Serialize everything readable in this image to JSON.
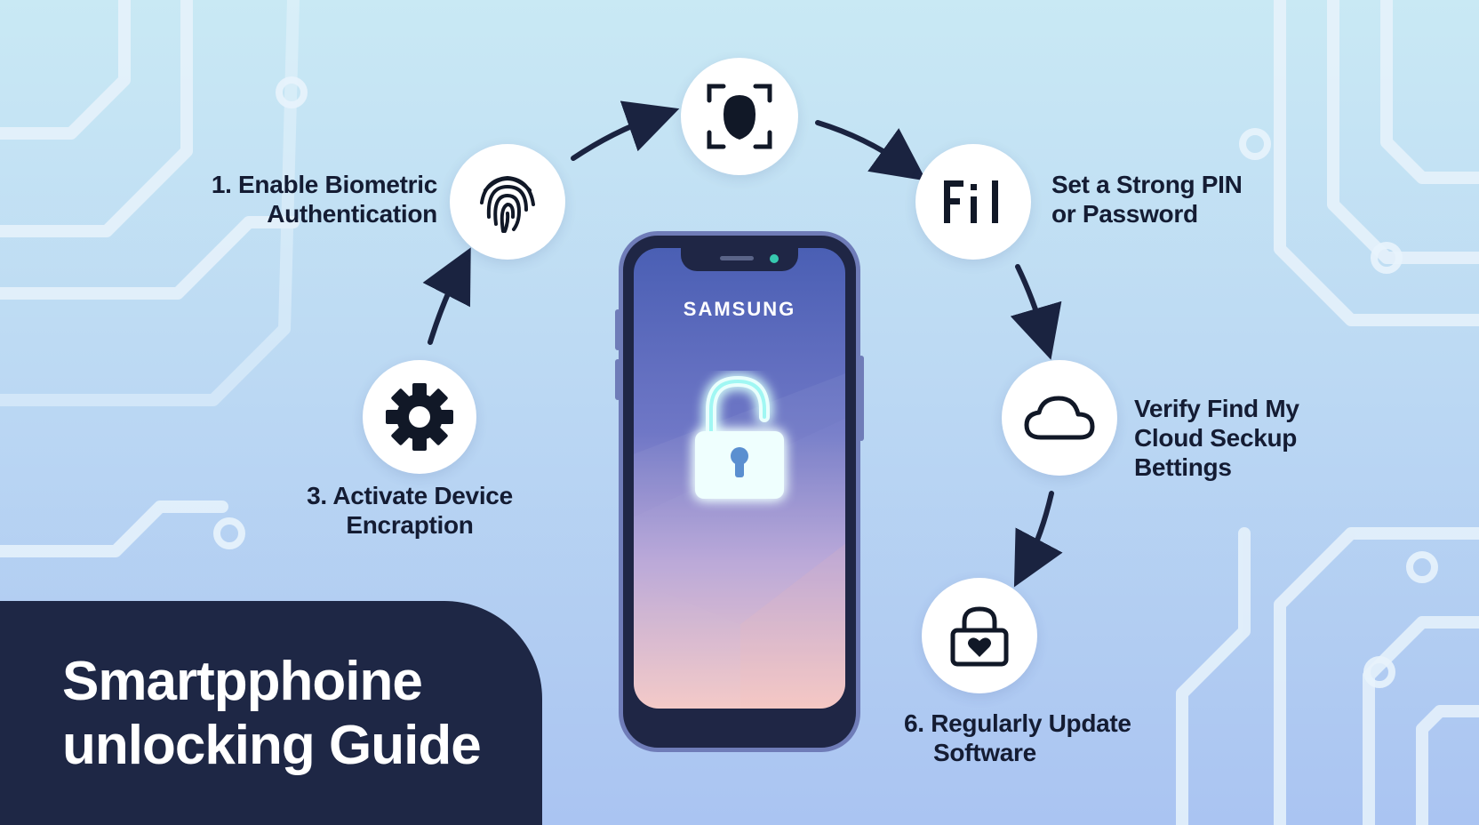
{
  "title": {
    "line1": "Smartpphoine",
    "line2": "unlocking Guide"
  },
  "phone": {
    "brand": "SAMSUNG"
  },
  "steps": [
    {
      "line1": "1. Enable Biometric",
      "line2": "Authentication",
      "icon": "fingerprint-icon"
    },
    {
      "line1": "",
      "line2": "",
      "icon": "face-scan-icon"
    },
    {
      "line1": "Set a Strong PIN",
      "line2": "or Password",
      "icon": "pin-icon",
      "icon_text": "Fi l"
    },
    {
      "line1": "Verify Find My",
      "line2": "Cloud Seckup",
      "line3": "Bettings",
      "icon": "cloud-icon"
    },
    {
      "line1": "6. Regularly Update",
      "line2": "Software",
      "icon": "padlock-heart-icon"
    },
    {
      "line1": "3. Activate Device",
      "line2": "Encraption",
      "icon": "gear-icon"
    }
  ],
  "colors": {
    "panel": "#1e2745",
    "ink": "#141c33",
    "lock_glow": "#6ff2ec",
    "circuit": "#e6f1fb"
  }
}
